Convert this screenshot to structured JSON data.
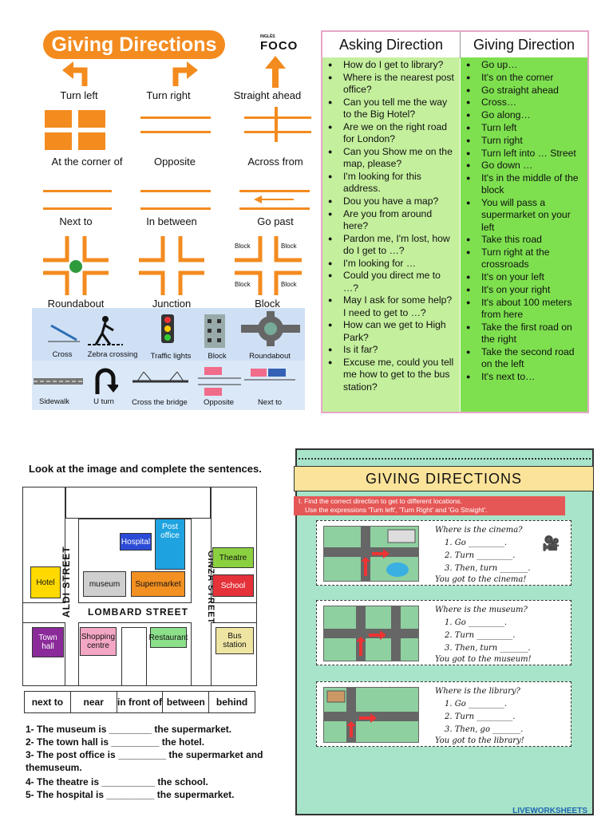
{
  "panel1": {
    "title": "Giving Directions",
    "logo": "FOCO",
    "logo_small": "INGLÉS",
    "icons_row1": [
      "Turn left",
      "Turn right",
      "Straight ahead"
    ],
    "icons_row2": [
      "At the corner of",
      "Opposite",
      "Across from"
    ],
    "icons_row3": [
      "Next to",
      "In between",
      "Go past"
    ],
    "icons_row4": [
      "Roundabout",
      "Junction",
      "Block"
    ],
    "block_word": "Block",
    "strip1": [
      "Cross",
      "Zebra crossing",
      "Traffic lights",
      "Block",
      "Roundabout"
    ],
    "strip2": [
      "Sidewalk",
      "U turn",
      "Cross the bridge",
      "Opposite",
      "Next to"
    ]
  },
  "panel2": {
    "head_asking": "Asking Direction",
    "head_giving": "Giving Direction",
    "asking": [
      "How do I get to library?",
      "Where is the nearest post office?",
      "Can you tell me the way to the Big Hotel?",
      "Are we on the right road for London?",
      "Can you Show me on the map, please?",
      "I'm looking for this address.",
      "Dou you have a map?",
      "Are you from around here?",
      "Pardon me, I'm lost, how do I get to …?",
      "I'm looking for …",
      "Could you direct me to …?",
      "May I ask for some help? I need to get to …?",
      "How can we get to High Park?",
      "Is it far?",
      "Excuse me, could you tell me how to get to the bus station?"
    ],
    "giving": [
      "Go up…",
      "It's on the corner",
      "Go straight ahead",
      "Cross…",
      "Go along…",
      "Turn left",
      "Turn right",
      "Turn left into … Street",
      "Go down …",
      "It's in the middle of the block",
      "You will pass a supermarket on your left",
      "Take this road",
      "Turn right at the crossroads",
      "It's on your left",
      "It's on your right",
      "It's about 100 meters from here",
      "Take the first road on the right",
      "Take the second road on the left",
      "It's next to…"
    ]
  },
  "panel3": {
    "title": "Look at the image and complete the sentences.",
    "streets": {
      "aldi": "ALDI STREET",
      "ginza": "GINZA STREET",
      "lombard": "LOMBARD STREET"
    },
    "places": {
      "hospital": "Hospital",
      "post_office": "Post office",
      "theatre": "Theatre",
      "hotel": "Hotel",
      "museum": "museum",
      "supermarket": "Supermarket",
      "school": "School",
      "town_hall": "Town hall",
      "shopping": "Shopping centre",
      "restaurant": "Restaurant",
      "bus": "Bus station"
    },
    "words": [
      "next to",
      "near",
      "in front of",
      "between",
      "behind"
    ],
    "sentences": [
      "1- The museum is ________ the supermarket.",
      "2- The town hall is _________ the hotel.",
      "3- The post office is _________ the supermarket and the",
      "museum.",
      "4- The theatre is __________ the school.",
      "5- The hospital is _________ the supermarket."
    ]
  },
  "panel4": {
    "title": "GIVING DIRECTIONS",
    "instruction_1": "I. Find the correct direction to get to different locations.",
    "instruction_2": "Use the expressions 'Turn left', 'Turn Right' and 'Go Straight'.",
    "ex1": {
      "q": "Where is the cinema?",
      "s1": "1.   Go _________.",
      "s2": "2.   Turn _________.",
      "s3": "3.   Then, turn _______.",
      "a": "You got to the cinema!"
    },
    "ex2": {
      "q": "Where is the museum?",
      "s1": "1.   Go _________.",
      "s2": "2.   Turn _________.",
      "s3": "3.   Then, turn _______.",
      "a": "You got to the museum!"
    },
    "ex3": {
      "q": "Where is the library?",
      "s1": "1.   Go _________.",
      "s2": "2.   Turn _________.",
      "s3": "3.   Then, go _______.",
      "a": "You got to the library!"
    },
    "brand": "LIVEWORKSHEETS"
  }
}
